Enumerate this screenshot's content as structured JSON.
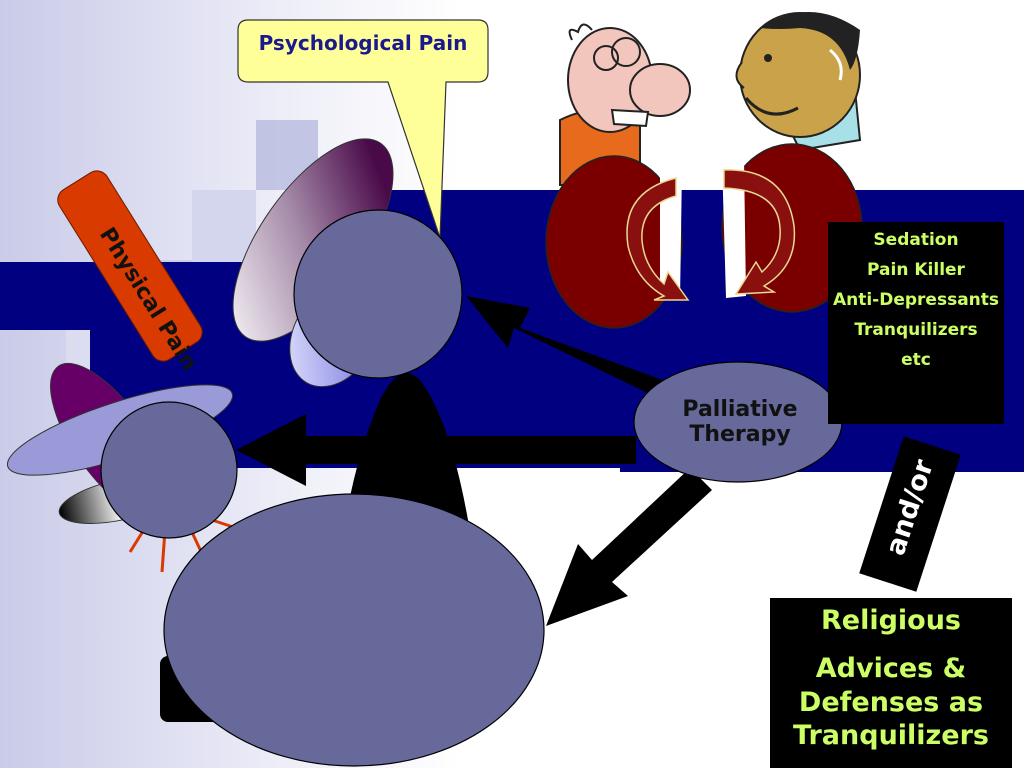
{
  "callout": {
    "text": "Psychological Pain"
  },
  "physical_pain": {
    "text": "Physical Pain"
  },
  "palliative": {
    "text": "Palliative Therapy"
  },
  "drugs": {
    "items": [
      "Sedation",
      "Pain Killer",
      "Anti-Depressants",
      "Tranquilizers",
      "etc"
    ]
  },
  "and_or": {
    "text": "and/or"
  },
  "religious": {
    "line1": "Religious",
    "line2": "Advices & Defenses as Tranquilizers"
  },
  "colors": {
    "navy_band": "#000080",
    "slate_circle": "#66699a",
    "callout_fill": "#ffff99",
    "physical_tag": "#d83a00",
    "kidney_red": "#7a0000",
    "label_green": "#ccff66",
    "purple": "#660066"
  },
  "icons": [
    "man-with-glasses-cartoon-icon",
    "smiling-man-cartoon-icon",
    "circular-arrow-left-icon",
    "circular-arrow-right-icon"
  ]
}
